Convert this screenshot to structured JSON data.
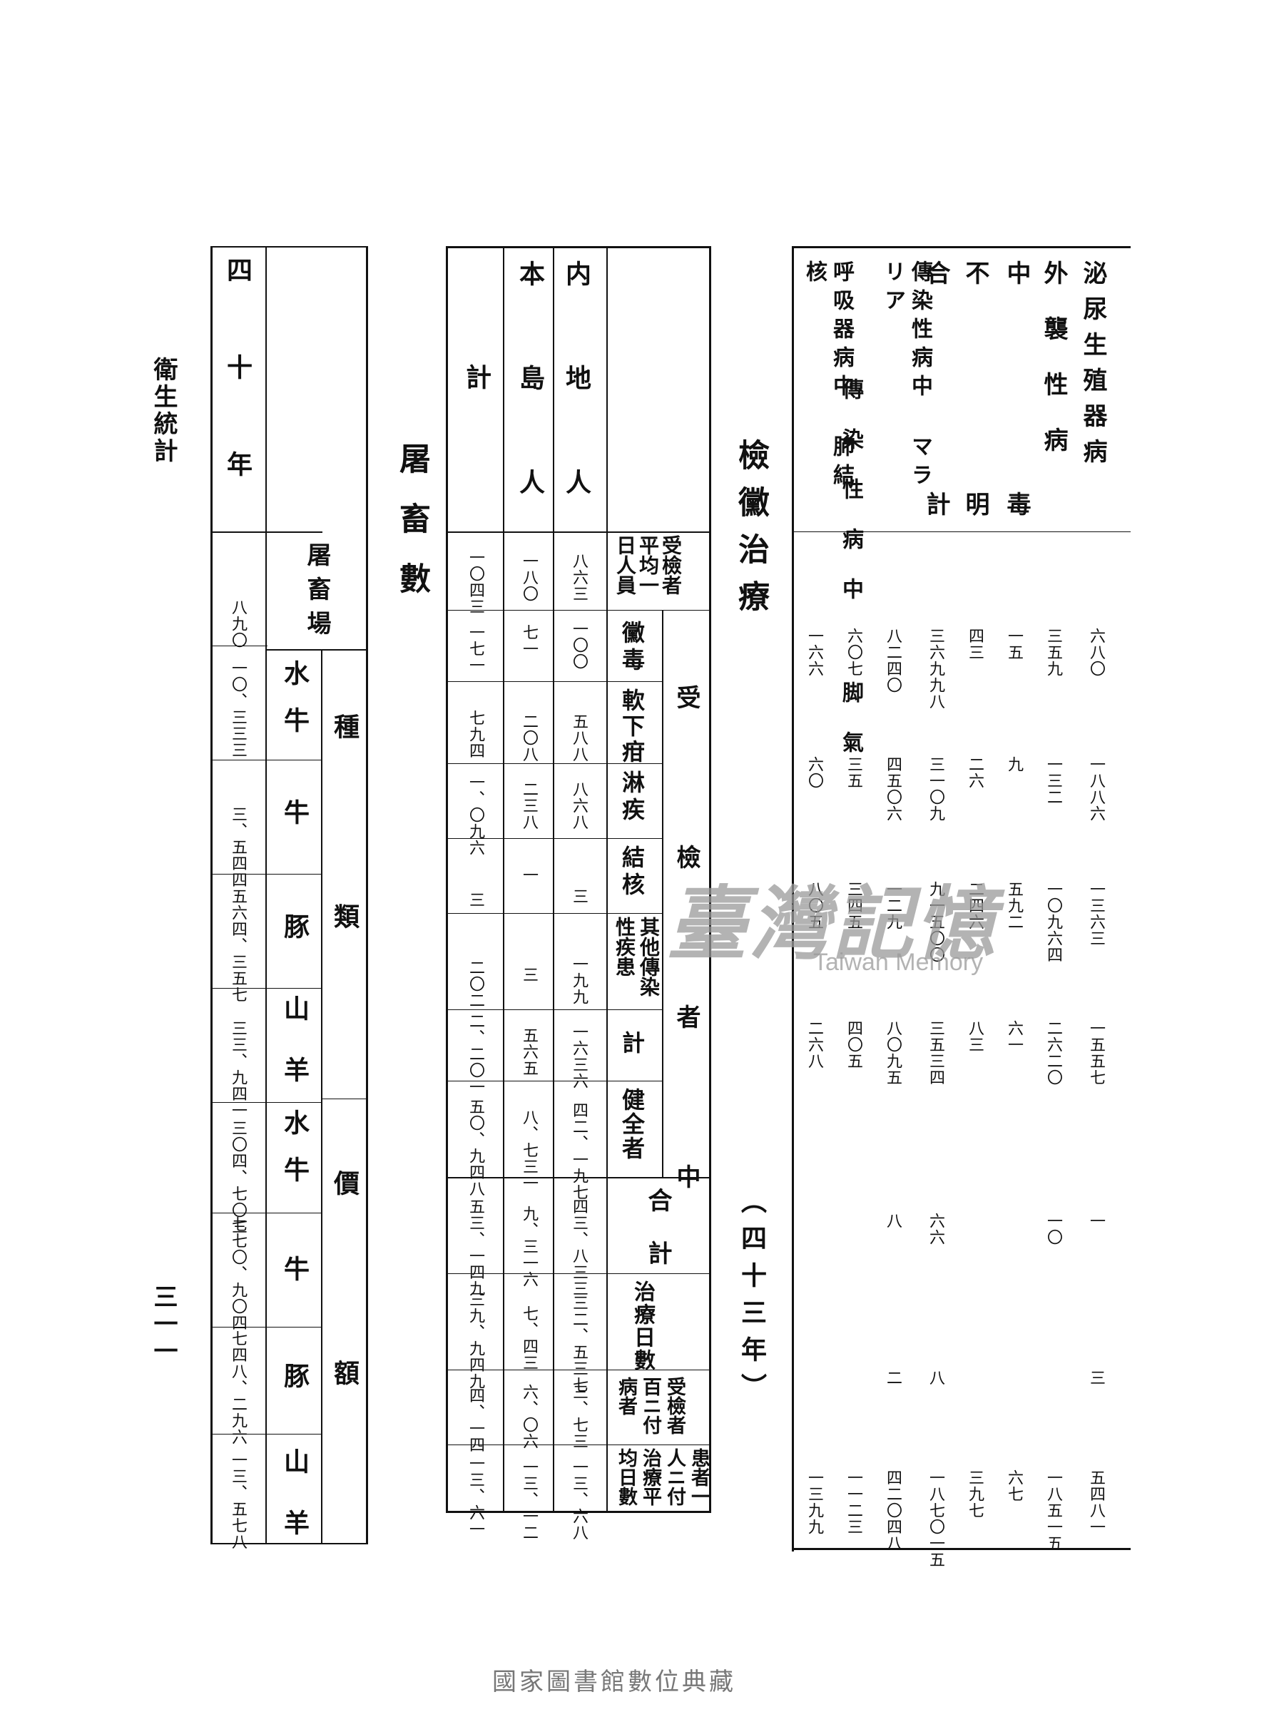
{
  "margin": {
    "running_title": "衛生統計",
    "page_number": "三一一"
  },
  "diseases_table": {
    "row_labels": [
      "泌尿生殖器病",
      "外襲性病",
      "中毒",
      "不明",
      "合計",
      "傳染性病中 マラリア",
      "傳染性病中 脚氣",
      "呼吸器病中 肺結核"
    ],
    "rows": [
      [
        "六八〇",
        "一八八六",
        "一三六三",
        "一五五七",
        "一",
        "三",
        "五四八一"
      ],
      [
        "三五九",
        "一三二",
        "一〇九六四",
        "二六二〇",
        "一〇",
        "",
        "一八五一五"
      ],
      [
        "一五",
        "九",
        "五九二",
        "六一",
        "",
        "",
        "六七"
      ],
      [
        "四三",
        "二六",
        "二四六",
        "八三",
        "",
        "",
        "三九七"
      ],
      [
        "三六九九八",
        "三一〇九",
        "九一五〇〇",
        "三五三四",
        "六六",
        "八",
        "一八七〇一五"
      ],
      [
        "八二四〇",
        "四五〇六",
        "一二九",
        "八〇九五",
        "八",
        "二",
        "四二〇四八"
      ],
      [
        "六〇七",
        "三五",
        "三四五",
        "四〇五",
        "",
        "",
        "一一二三"
      ],
      [
        "一六六",
        "六〇",
        "八〇五",
        "二六八",
        "",
        "",
        "一三九九"
      ]
    ]
  },
  "treatment_table": {
    "title": "檢黴治療",
    "year_note": "（四十三年）",
    "header_corner": "",
    "row_headers": [
      "内地人",
      "本島人",
      "計"
    ],
    "col_headers": [
      "受檢者平均一日人員",
      "受檢者中 黴毒",
      "受檢者中 軟下疳",
      "受檢者中 淋疾",
      "受檢者中 結核",
      "受檢者中 其他傳染性疾患",
      "受檢者中 計",
      "受檢者中 健全者",
      "合計",
      "治療日數",
      "受檢者百ニ付病者",
      "患者一人ニ付治療平均日數"
    ],
    "group_label": "受檢者中",
    "label_gokei": "合計",
    "label_chiryou": "治療日數",
    "label_byousha": "受檢者百ニ付病者",
    "label_heikin": "患者一人ニ付治療平均日數",
    "col_labels_short": [
      "受檢者平均一日人員",
      "黴毒",
      "軟下疳",
      "淋疾",
      "結核",
      "其他傳染性疾患",
      "計",
      "健全者"
    ],
    "rows": [
      [
        "八六三",
        "一〇〇",
        "五八八",
        "八六八",
        "三",
        "一九九",
        "一六三六",
        "四二、一九七",
        "四三、八三三",
        "三二、五三七",
        "三、七三",
        "一三、六八"
      ],
      [
        "一八〇",
        "七一",
        "二〇八",
        "二三八",
        "一",
        "三",
        "五六五",
        "八、七三一",
        "九、三一六",
        "七、四三",
        "六、〇六",
        "一三、一二"
      ],
      [
        "一〇四三",
        "一七一",
        "七九四",
        "一、〇九六",
        "三",
        "二〇二",
        "二、二〇一",
        "五〇、九四八",
        "五三、一四九",
        "三九、九四九",
        "四、一四",
        "一三、六一"
      ]
    ]
  },
  "slaughter_table": {
    "title": "屠畜數",
    "year": "四十年",
    "header_slaughterhouses": "屠畜場",
    "header_kinds": "種類",
    "header_value": "價額",
    "kind_labels": [
      "水牛",
      "牛",
      "豚",
      "山羊"
    ],
    "value_labels": [
      "水牛",
      "牛",
      "豚",
      "山羊"
    ],
    "values": [
      "八九〇",
      "一〇、三三三",
      "三、五四四",
      "五六四、三五七",
      "三三、九四一",
      "三〇四、七〇三",
      "七七〇、九〇四",
      "七四八、二九六",
      "一三、五七八"
    ]
  },
  "watermark": {
    "main": "臺灣記憶",
    "sub": "Taiwan Memory"
  },
  "footer": "國家圖書館數位典藏"
}
